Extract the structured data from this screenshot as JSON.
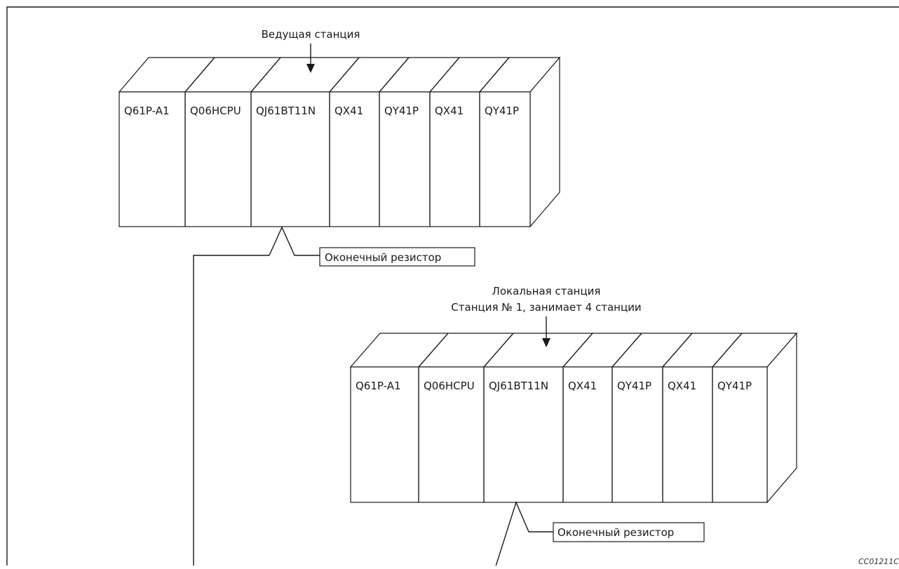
{
  "master": {
    "caption": "Ведущая станция",
    "modules": [
      "Q61P-A1",
      "Q06HCPU",
      "QJ61BT11N",
      "QX41",
      "QY41P",
      "QX41",
      "QY41P"
    ],
    "terminator_label": "Оконечный резистор"
  },
  "local": {
    "caption_line1": "Локальная станция",
    "caption_line2": "Станция № 1, занимает 4 станции",
    "modules": [
      "Q61P-A1",
      "Q06HCPU",
      "QJ61BT11N",
      "QX41",
      "QY41P",
      "QX41",
      "QY41P"
    ],
    "terminator_label": "Оконечный резистор"
  },
  "figure_code": "CC01211C"
}
